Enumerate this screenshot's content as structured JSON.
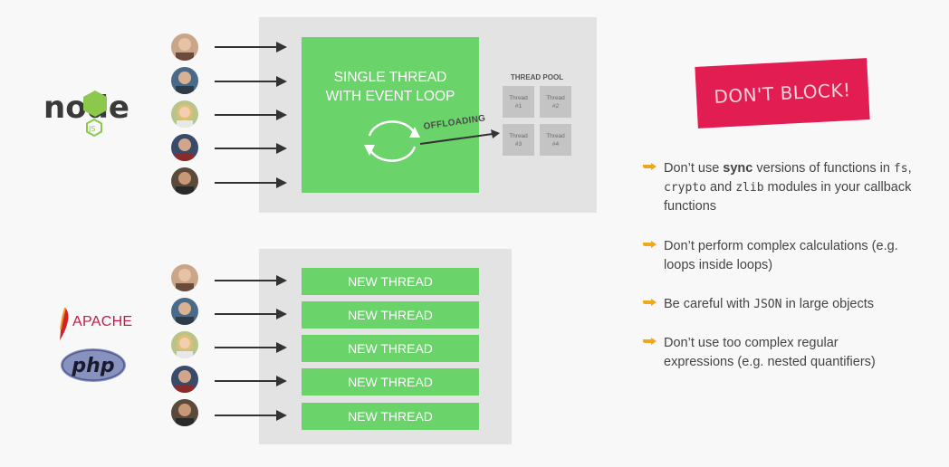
{
  "node_section": {
    "logo_text": "node",
    "logo_badge": "JS",
    "main_box_title_1": "Single thread",
    "main_box_title_2": "with event loop",
    "offloading_label": "OFFLOADING",
    "thread_pool": {
      "title": "THREAD POOL",
      "cells": [
        {
          "label": "Thread",
          "number": "#1"
        },
        {
          "label": "Thread",
          "number": "#2"
        },
        {
          "label": "Thread",
          "number": "#3"
        },
        {
          "label": "Thread",
          "number": "#4"
        }
      ]
    }
  },
  "apache_section": {
    "apache_label": "APACHE",
    "php_label": "php",
    "threads": [
      "New thread",
      "New thread",
      "New thread",
      "New thread",
      "New thread"
    ]
  },
  "banner": "DON'T BLOCK!",
  "tips": [
    {
      "parts": [
        {
          "text": "Don’t use ",
          "style": "normal"
        },
        {
          "text": "sync",
          "style": "bold"
        },
        {
          "text": " versions of functions in ",
          "style": "normal"
        },
        {
          "text": "fs",
          "style": "mono"
        },
        {
          "text": ", ",
          "style": "normal"
        },
        {
          "text": "crypto",
          "style": "mono"
        },
        {
          "text": " and ",
          "style": "normal"
        },
        {
          "text": "zlib",
          "style": "mono"
        },
        {
          "text": " modules in your callback functions",
          "style": "normal"
        }
      ]
    },
    {
      "parts": [
        {
          "text": "Don’t perform complex calculations (e.g. loops inside loops)",
          "style": "normal"
        }
      ]
    },
    {
      "parts": [
        {
          "text": "Be careful with ",
          "style": "normal"
        },
        {
          "text": "JSON",
          "style": "mono"
        },
        {
          "text": " in large objects",
          "style": "normal"
        }
      ]
    },
    {
      "parts": [
        {
          "text": "Don’t use too complex regular expressions (e.g. nested quantifiers)",
          "style": "normal"
        }
      ]
    }
  ],
  "colors": {
    "green": "#6ad36a",
    "banner": "#e11d52",
    "panel": "#e3e3e3",
    "node_green": "#8cc84b",
    "apache_red": "#c6184a",
    "php_purple": "#8892bf"
  },
  "icons": {
    "avatar": "user-avatar-icon",
    "tip": "pointing-hand-icon"
  }
}
